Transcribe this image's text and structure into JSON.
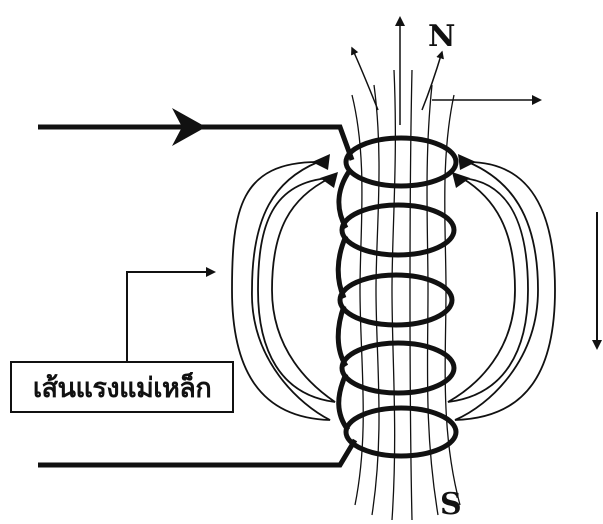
{
  "labels": {
    "north": "N",
    "south": "S",
    "field_lines": "เส้นแรงแม่เหล็ก"
  },
  "colors": {
    "ink": "#111111",
    "background": "#ffffff"
  }
}
